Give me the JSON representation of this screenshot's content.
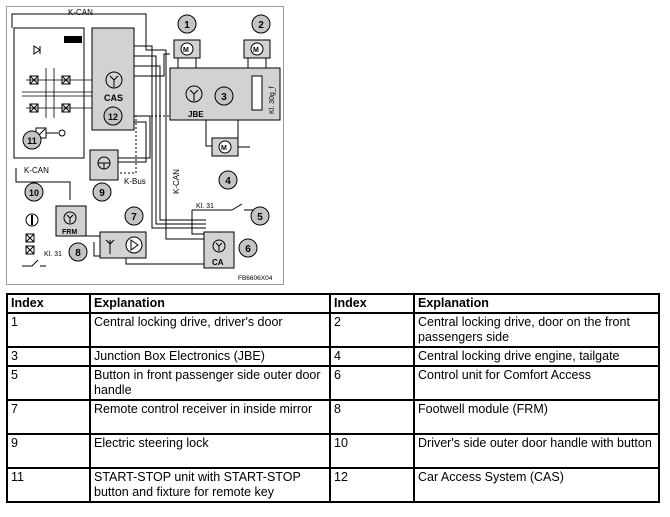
{
  "diagram": {
    "labels": {
      "kcan_top": "K-CAN",
      "kcan_left": "K-CAN",
      "kcan_vertical": "K-CAN",
      "kbus": "K-Bus",
      "cas": "CAS",
      "jbe": "JBE",
      "kl30g": "Kl. 30g_f",
      "kl31_right": "Kl. 31",
      "kl31_left": "Kl. 31",
      "frm": "FRM",
      "ca": "CA",
      "figure_code": "FB6606X04"
    },
    "callouts": [
      "1",
      "2",
      "3",
      "4",
      "5",
      "6",
      "7",
      "8",
      "9",
      "10",
      "11",
      "12"
    ]
  },
  "table": {
    "headers": [
      "Index",
      "Explanation",
      "Index",
      "Explanation"
    ],
    "rows": [
      {
        "i1": "1",
        "e1": "Central locking drive, driver's door",
        "i2": "2",
        "e2": "Central locking drive, door on the front passengers side"
      },
      {
        "i1": "3",
        "e1": "Junction Box Electronics (JBE)",
        "i2": "4",
        "e2": "Central locking drive engine, tailgate"
      },
      {
        "i1": "5",
        "e1": "Button in front passenger side outer door handle",
        "i2": "6",
        "e2": "Control unit for Comfort Access"
      },
      {
        "i1": "7",
        "e1": "Remote control receiver in inside mirror",
        "i2": "8",
        "e2": "Footwell module (FRM)"
      },
      {
        "i1": "9",
        "e1": "Electric steering lock",
        "i2": "10",
        "e2": "Driver's side outer door handle with button"
      },
      {
        "i1": "11",
        "e1": "START-STOP unit with START-STOP button and fixture for remote key",
        "i2": "12",
        "e2": "Car Access System (CAS)"
      }
    ]
  }
}
